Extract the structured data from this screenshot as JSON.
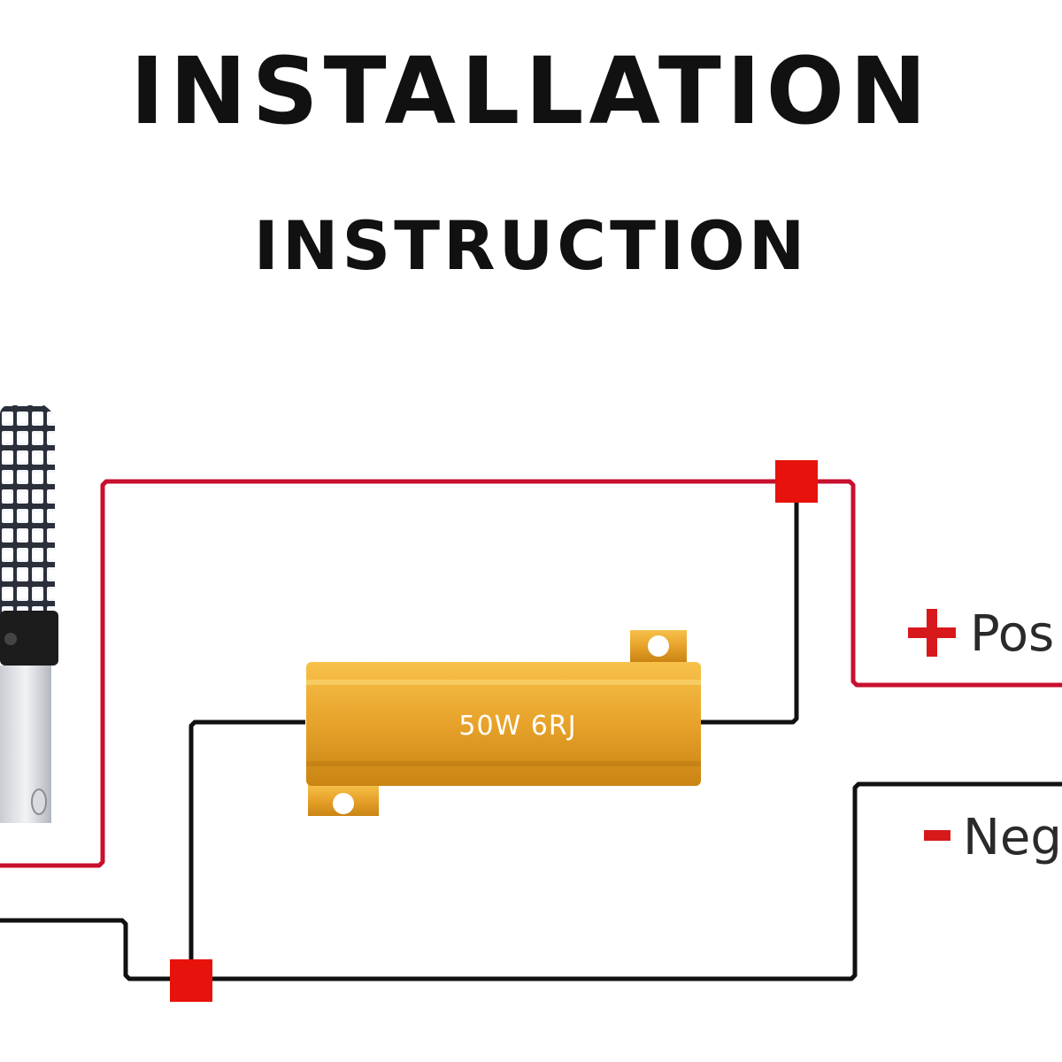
{
  "header": {
    "title": "INSTALLATION",
    "subtitle": "INSTRUCTION"
  },
  "resistor": {
    "label": "50W 6RJ",
    "color": "#e8a628"
  },
  "terminals": {
    "positive": {
      "sign": "+",
      "label": "Pos"
    },
    "negative": {
      "sign": "-",
      "label": "Nega"
    }
  },
  "colors": {
    "positive_wire": "#c8102e",
    "negative_wire": "#111111",
    "junction": "#e8120c",
    "led": "#f4f6fa"
  },
  "icons": {
    "bulb": "led-bulb-icon",
    "junction": "junction-square"
  }
}
